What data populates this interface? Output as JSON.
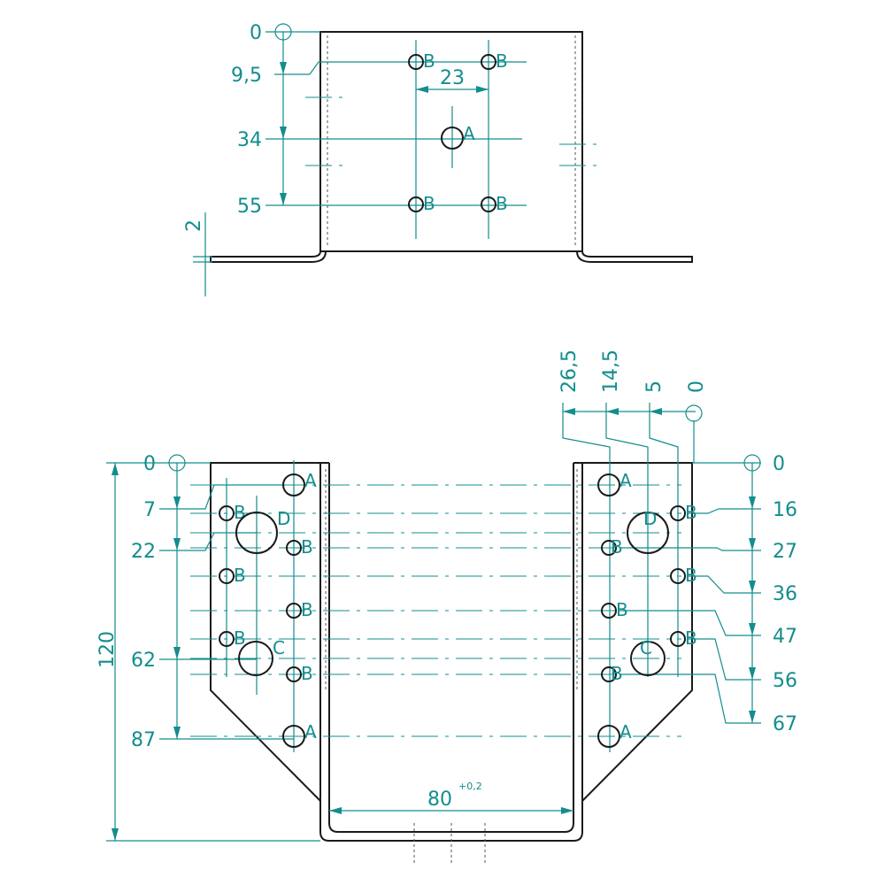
{
  "top_view": {
    "vertical_dims": [
      "0",
      "9,5",
      "34",
      "55"
    ],
    "spacing_dim": "23",
    "thickness_dim": "2",
    "hole_labels": [
      "B",
      "B",
      "A",
      "B",
      "B"
    ]
  },
  "front_view": {
    "left_dims": [
      "0",
      "7",
      "22",
      "62",
      "87"
    ],
    "right_dims": [
      "0",
      "16",
      "27",
      "36",
      "47",
      "56",
      "67"
    ],
    "top_dims": [
      "26,5",
      "14,5",
      "5",
      "0"
    ],
    "height_dim": "120",
    "width_dim": "80",
    "width_tolerance": "+0,2",
    "left_hole_labels": [
      "A",
      "B",
      "D",
      "B",
      "B",
      "B",
      "B",
      "C",
      "B",
      "A"
    ],
    "right_hole_labels": [
      "A",
      "D",
      "B",
      "B",
      "B",
      "B",
      "C",
      "B",
      "B",
      "A"
    ]
  },
  "colors": {
    "dimension": "#138d8d",
    "outline": "#1a1a1a"
  }
}
